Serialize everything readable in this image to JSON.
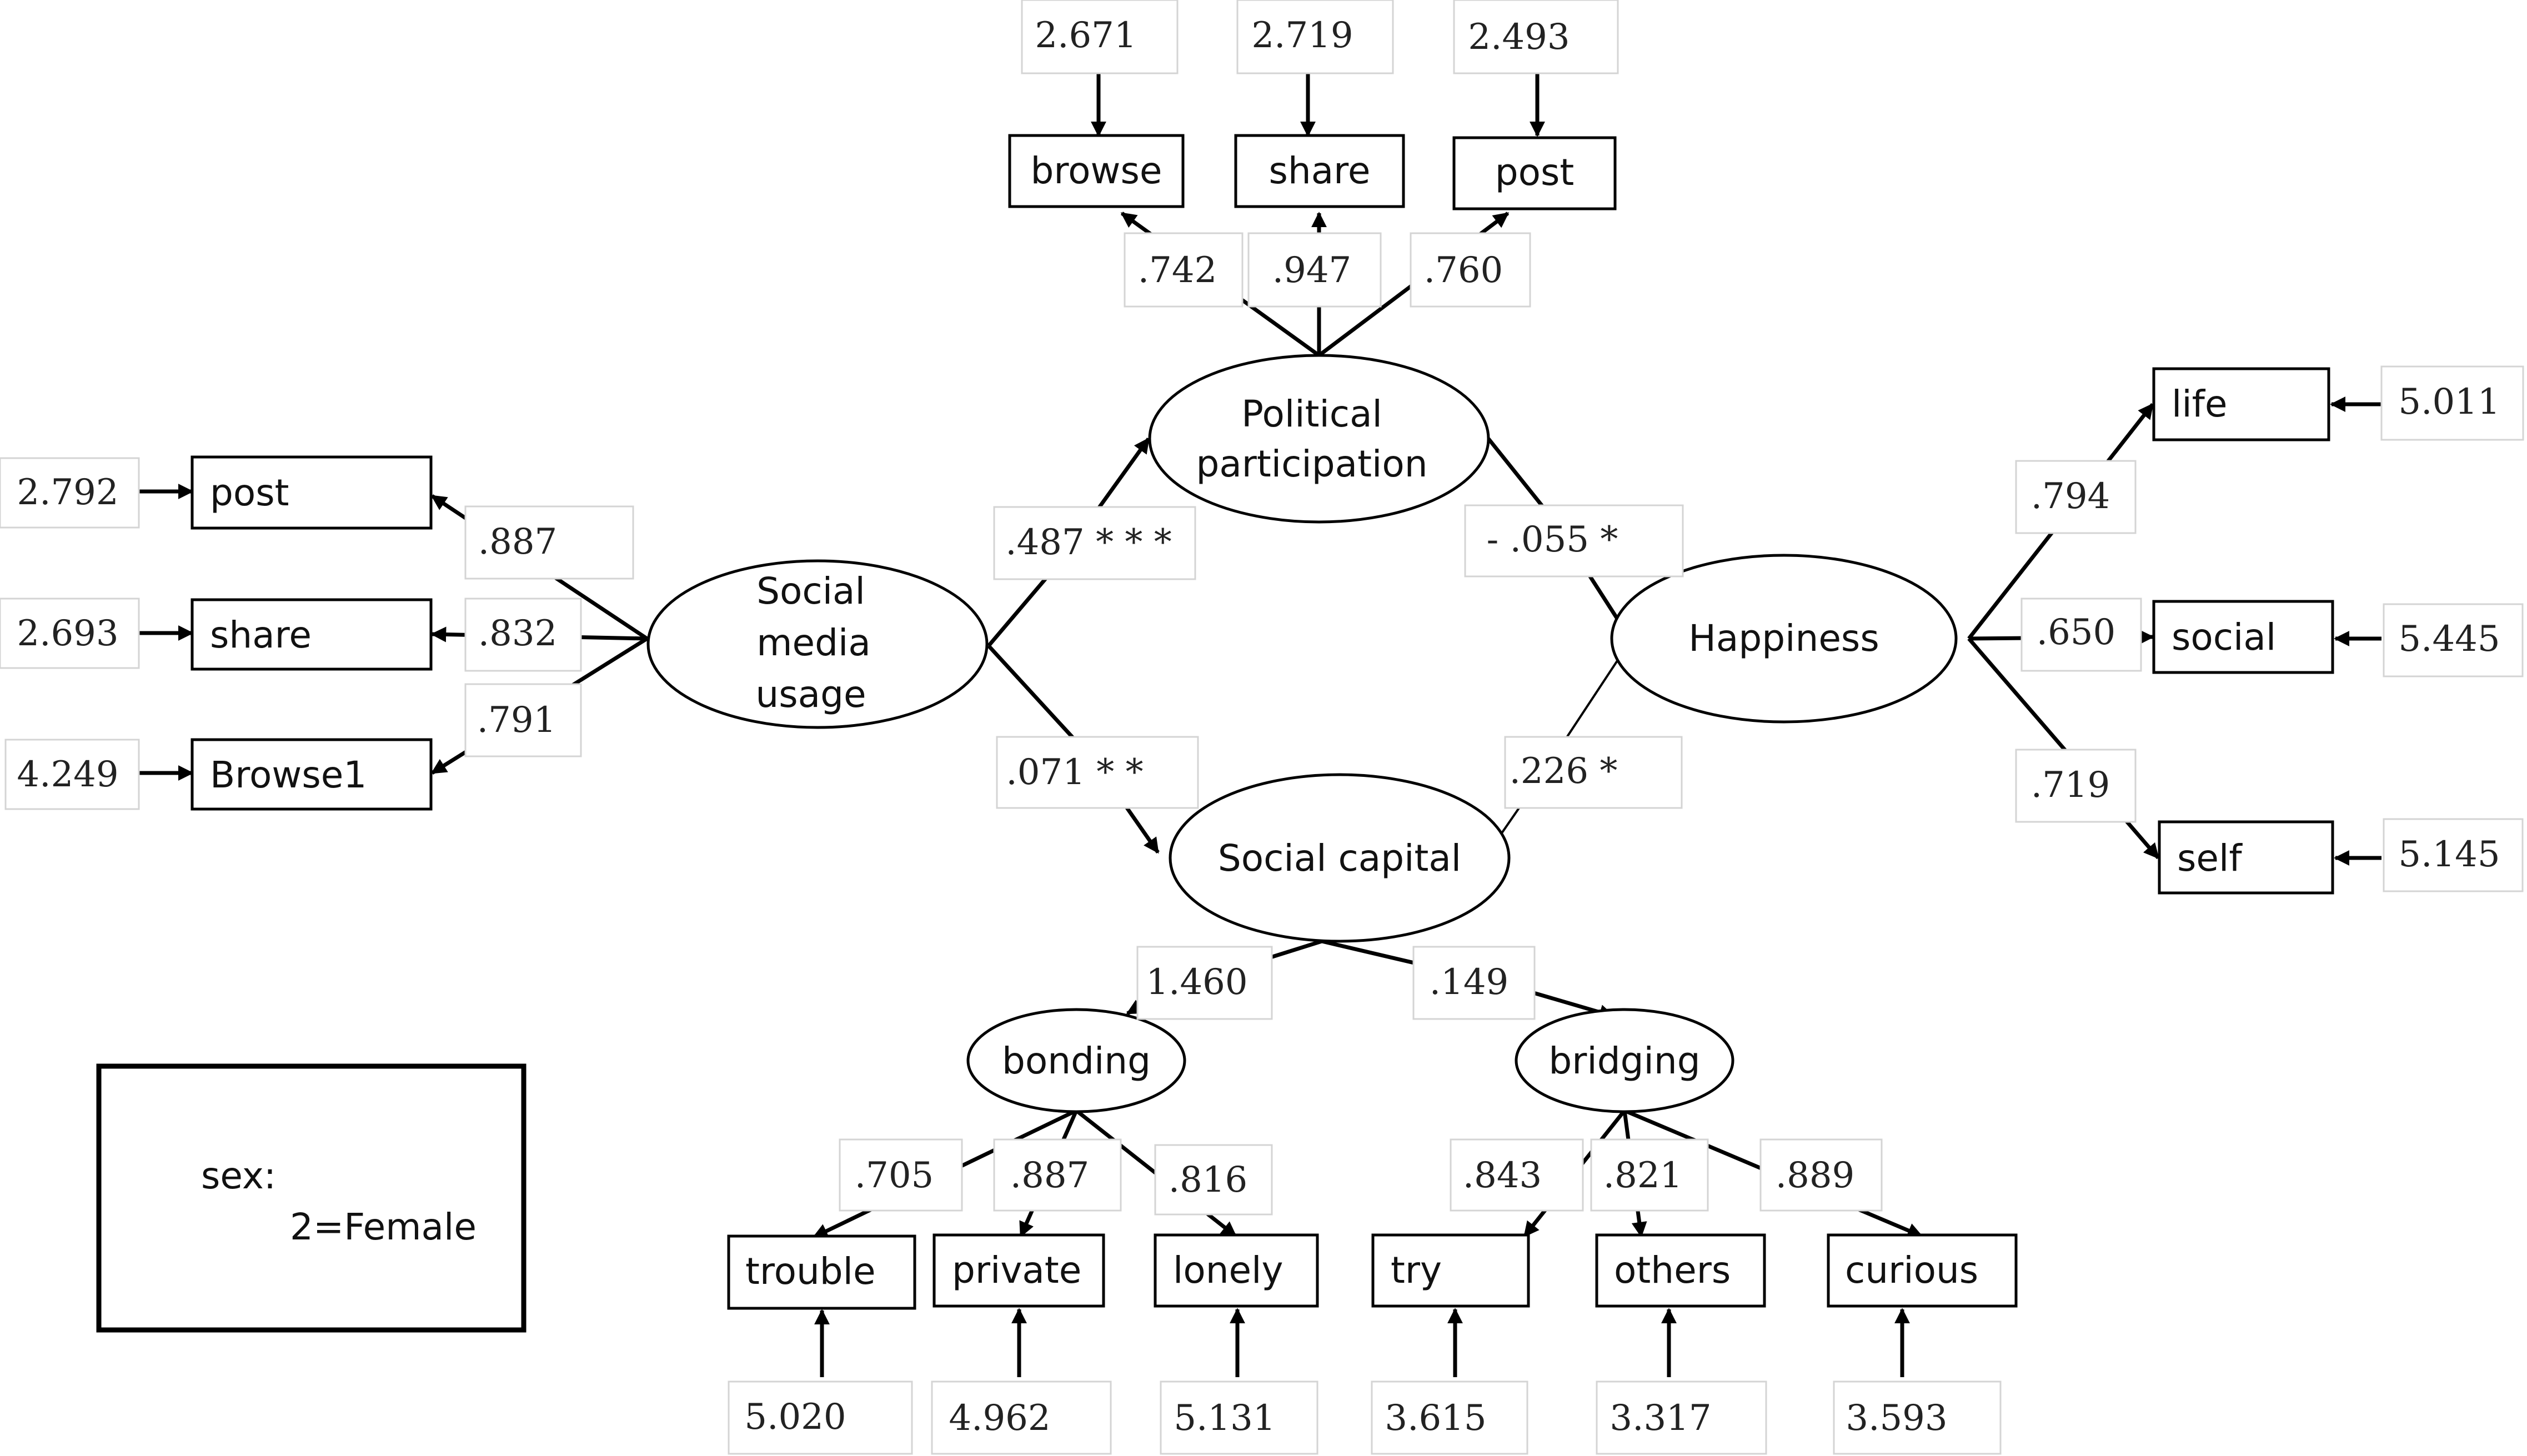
{
  "latent": {
    "social_media_usage": [
      "Social",
      "media",
      "usage"
    ],
    "political_participation": [
      "Political",
      "participation"
    ],
    "social_capital": "Social capital",
    "happiness": "Happiness",
    "bonding": "bonding",
    "bridging": "bridging"
  },
  "observed": {
    "smu": [
      "post",
      "share",
      "Browse1"
    ],
    "pp": [
      "browse",
      "share",
      "post"
    ],
    "hap": [
      "life",
      "social",
      "self"
    ],
    "bond": [
      "trouble",
      "private",
      "lonely"
    ],
    "bridge": [
      "try",
      "others",
      "curious"
    ]
  },
  "error_values": {
    "smu": [
      "2.792",
      "2.693",
      "4.249"
    ],
    "pp": [
      "2.671",
      "2.719",
      "2.493"
    ],
    "hap": [
      "5.011",
      "5.445",
      "5.145"
    ],
    "bond": [
      "5.020",
      "4.962",
      "5.131"
    ],
    "bridge": [
      "3.615",
      "3.317",
      "3.593"
    ]
  },
  "loadings": {
    "smu": [
      ".887",
      ".832",
      ".791"
    ],
    "pp": [
      ".742",
      ".947",
      ".760"
    ],
    "hap": [
      ".794",
      ".650",
      ".719"
    ],
    "bond": [
      ".705",
      ".887",
      ".816"
    ],
    "bridge": [
      ".843",
      ".821",
      ".889"
    ],
    "sc_bonding": "1.460",
    "sc_bridging": ".149"
  },
  "paths": {
    "smu_to_pp": ".487 * * *",
    "smu_to_sc": ".071 * *",
    "pp_to_hap": "-   .055 *",
    "sc_to_hap": ".226 *"
  },
  "legend": {
    "line1": "sex:",
    "line2": "2=Female"
  }
}
